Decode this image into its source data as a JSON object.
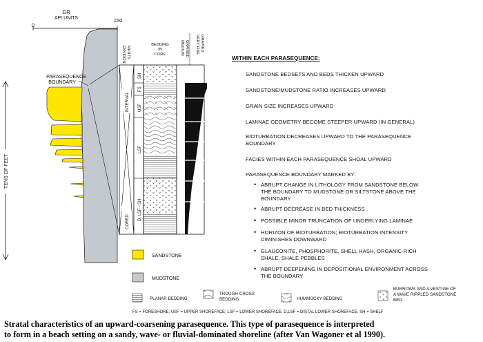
{
  "gr_label": "GR",
  "api_label": "API UNITS",
  "scale_min": "0",
  "scale_max": "150",
  "boundary_label": [
    "PARASEQUENCE",
    "BOUNDARY"
  ],
  "axis_label": "TENS OF FEET",
  "columns": {
    "environments": [
      "ENVIRON-",
      "MENTS"
    ],
    "bedding": [
      "BEDDING",
      "IN",
      "CORE"
    ],
    "medium": [
      "MEDIUM",
      "GRAINED"
    ],
    "veryfine": [
      "VERY FINE",
      "GRAINED"
    ]
  },
  "interval_labels": {
    "interval": "INTERVAL",
    "cored": "CORED"
  },
  "env_labels": {
    "sh": "SH",
    "fs": "FS",
    "usf": "USF",
    "lsf": "LSF",
    "dlsf": "D. LSF - SH"
  },
  "right": {
    "title": "WITHIN EACH PARASEQUENCE:",
    "items": [
      "SANDSTONE BEDSETS AND BEDS THICKEN UPWARD",
      "SANDSTONE/MUDSTONE RATIO INCREASES UPWARD",
      "GRAIN SIZE INCREASES UPWARD",
      "LAMINAE GEOMETRY BECOME STEEPER UPWARD (IN GENERAL)",
      [
        "BIOTURBATION DECREASES UPWARD TO THE PARASEQUENCE",
        "BOUNDARY"
      ],
      "FACIES WITHIN EACH PARASEQUENCE SHOAL UPWARD",
      "PARASEQUENCE BOUNDARY MARKED BY:"
    ],
    "bullets": [
      [
        "ABRUPT CHANGE IN LITHOLOGY FROM SANDSTONE BELOW",
        "THE BOUNDARY TO MUDSTONE OR SILTSTONE ABOVE THE",
        "BOUNDARY"
      ],
      [
        "ABRUPT DECREASE IN BED THICKNESS"
      ],
      [
        "POSSIBLE MINOR TRUNCATION OF UNDERLYING LAMINAE"
      ],
      [
        "HORIZON OF BIOTURBATION; BIOTURBATION INTENSITY",
        "DIMINISHES DOWNWARD"
      ],
      [
        "GLAUCONITE, PHOSPHORITE, SHELL HASH, ORGANIC-RICH",
        "SHALE, SHALE PEBBLES"
      ],
      [
        "ABRUPT DEEPENING IN DEPOSITIONAL ENVIRONMENT ACROSS",
        "THE BOUNDARY"
      ]
    ]
  },
  "legend": {
    "sandstone": "SANDSTONE",
    "mudstone": "MUDSTONE",
    "planar": "PLANAR BEDDING",
    "trough": [
      "TROUGH-CROSS",
      "BEDDING"
    ],
    "hummocky": "HUMMOCKY BEDDING",
    "burrows": [
      "BURROWS AND A VESTIGE OF",
      "A WAVE RIPPLED SANDSTONE",
      "BED"
    ]
  },
  "abbrev": "FS = FORESHORE; USF = UPPER SHOREFACE; LSF = LOWER SHOREFACE; D.LSF = DISTAL LOWER SHOREFACE; SH = SHELF",
  "caption": [
    "Stratal characteristics of an upward-coarsening parasequence. This type of parasequence is interpreted",
    "to form in a beach setting on a sandy, wave- or fluvial-dominated shoreline (after Van Wagoner et al 1990)."
  ],
  "colors": {
    "sandstone": "#ffe600",
    "mudstone": "#c4c8cf"
  }
}
